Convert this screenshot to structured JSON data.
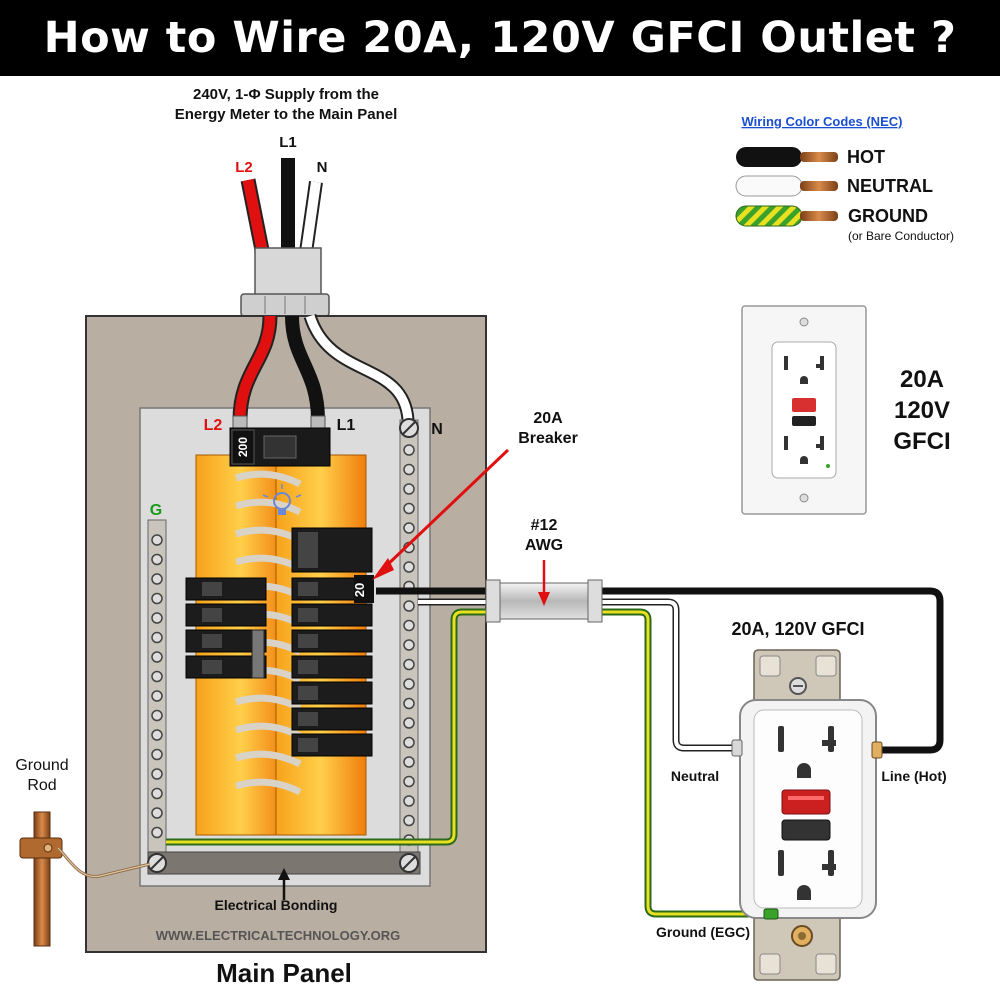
{
  "title": "How to Wire 20A, 120V GFCI Outlet ?",
  "supply": {
    "line1": "240V, 1-Φ Supply from the",
    "line2": "Energy Meter to the Main Panel",
    "l1": "L1",
    "l2": "L2",
    "n": "N"
  },
  "legend": {
    "heading": "Wiring Color Codes (NEC)",
    "hot": "HOT",
    "neutral": "NEUTRAL",
    "ground": "GROUND",
    "ground_note": "(or Bare Conductor)"
  },
  "gfci_box": {
    "line1": "20A",
    "line2": "120V",
    "line3": "GFCI"
  },
  "panel": {
    "l2": "L2",
    "l1": "L1",
    "n": "N",
    "g": "G",
    "main_breaker": "200",
    "branch_breaker": "20",
    "breaker_label_line1": "20A",
    "breaker_label_line2": "Breaker",
    "bonding": "Electrical Bonding",
    "website": "WWW.ELECTRICALTECHNOLOGY.ORG",
    "caption": "Main Panel"
  },
  "cable": {
    "line1": "#12",
    "line2": "AWG"
  },
  "outlet": {
    "title": "20A, 120V GFCI",
    "neutral": "Neutral",
    "line_hot": "Line (Hot)",
    "ground": "Ground (EGC)"
  },
  "ground_rod": {
    "line1": "Ground",
    "line2": "Rod"
  },
  "colors": {
    "hot": "#111111",
    "l2_red": "#e01010",
    "neutral": "#ffffff",
    "ground_green": "#3aa12a",
    "ground_yellow": "#e8e020",
    "copper": "#c97a3a",
    "busbar_orange": "#f38a10",
    "label_green": "#1a9a1a",
    "link_blue": "#1a4fd0"
  }
}
